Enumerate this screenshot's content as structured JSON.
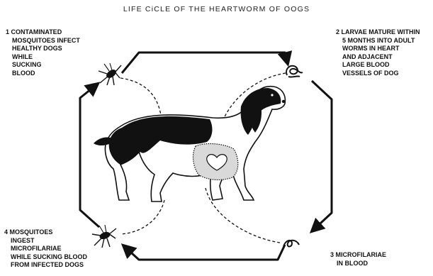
{
  "title": "LIFE CiCLE OF THE HEARTWORM OF OOGS",
  "stages": [
    {
      "number": "1",
      "lines": [
        "CONTAMINATED",
        "MOSQUITOES INFECT",
        "HEALTHY DOGS",
        "WHILE",
        "SUCKING",
        "BLOOD"
      ]
    },
    {
      "number": "2",
      "lines": [
        "LARVAE MATURE WITHIN",
        "5 MONTHS INTO ADULT",
        "WORMS IN HEART",
        "AND ADJACENT",
        "LARGE BLOOD",
        "VESSELS OF DOG"
      ]
    },
    {
      "number": "3",
      "lines": [
        "MICROFILARIAE",
        "IN BLOOD"
      ]
    },
    {
      "number": "4",
      "lines": [
        "MOSQUITOES",
        "INGEST",
        "MICROFILARIAE",
        "WHILE SUCKING BLOOD",
        "FROM INFECTED DOGS"
      ]
    }
  ]
}
